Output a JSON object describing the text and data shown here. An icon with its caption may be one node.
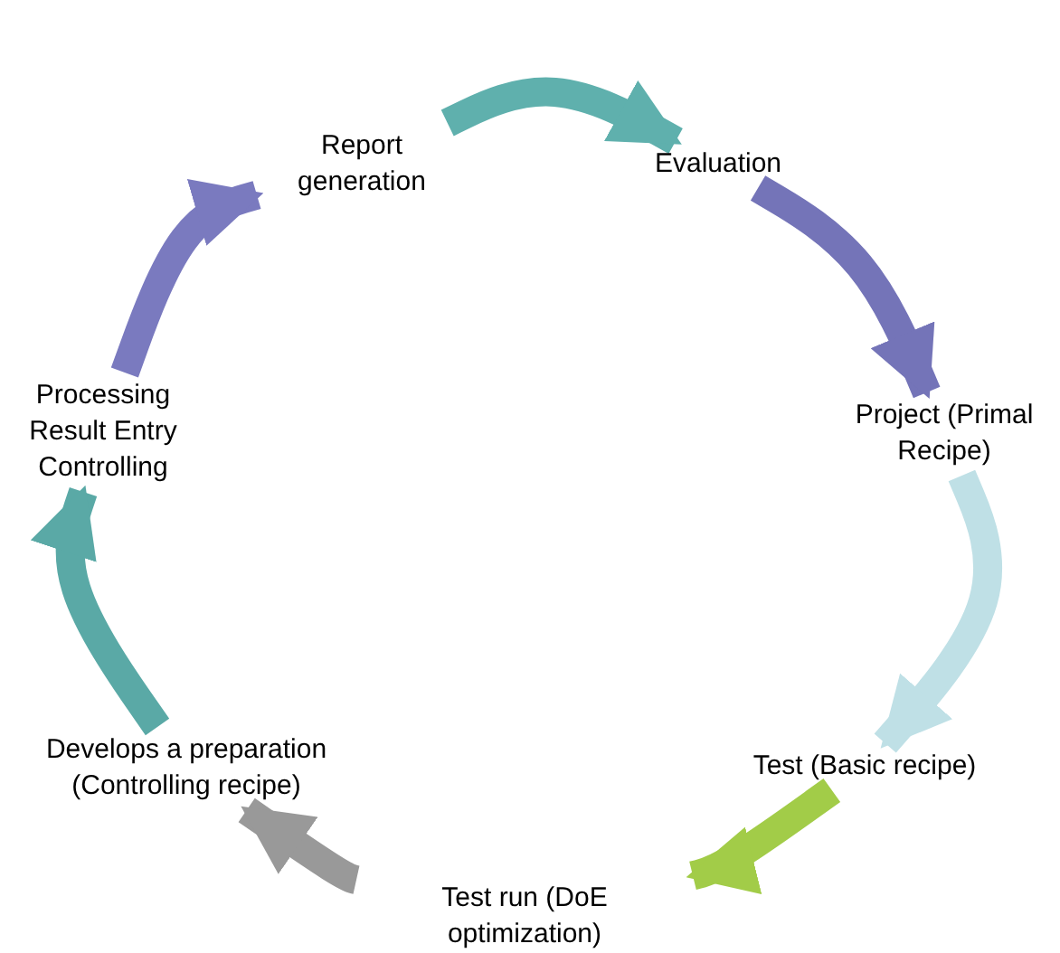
{
  "diagram": {
    "nodes": [
      {
        "text": [
          "Report generation"
        ]
      },
      {
        "text": [
          "Evaluation"
        ]
      },
      {
        "text": [
          "Project (Primal Recipe)"
        ]
      },
      {
        "text": [
          "Test (Basic recipe)"
        ]
      },
      {
        "text": [
          "Test run (DoE optimization)"
        ]
      },
      {
        "text": [
          "Develops a preparation (Controlling recipe)"
        ]
      },
      {
        "text": [
          "Processing Result Entry Controlling"
        ]
      }
    ],
    "edges": [
      {
        "from": 0,
        "to": 1,
        "arrow": "to",
        "color": "#5fb0ad"
      },
      {
        "from": 1,
        "to": 2,
        "arrow": "to",
        "color": "#7474b8"
      },
      {
        "from": 2,
        "to": 3,
        "arrow": "to",
        "color": "#bfe0e6"
      },
      {
        "from": 3,
        "to": 4,
        "arrow": "to",
        "color": "#a2cc48"
      },
      {
        "from": 4,
        "to": 5,
        "arrow": "to",
        "color": "#999999"
      },
      {
        "from": 5,
        "to": 6,
        "arrow": "to",
        "color": "#5aa9a6"
      },
      {
        "from": 6,
        "to": 0,
        "arrow": "to",
        "color": "#7a7abf"
      }
    ]
  }
}
